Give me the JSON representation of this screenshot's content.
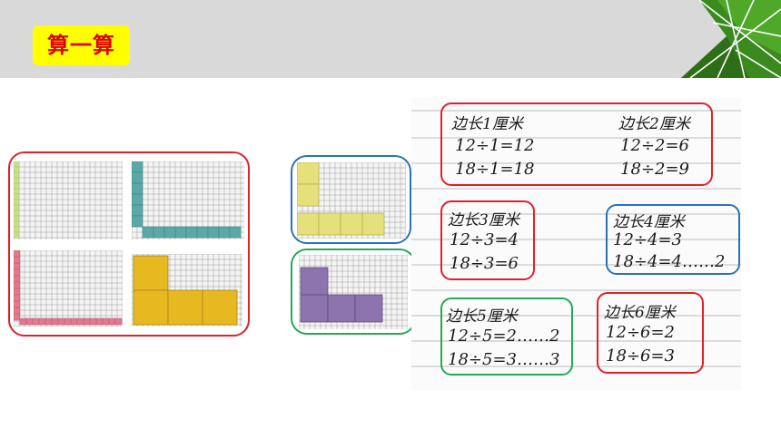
{
  "title": "算一算",
  "colors": {
    "header": "#d9d9d9",
    "badge_bg": "#ffff00",
    "badge_text": "#e00000",
    "red_frame": "#e0202a",
    "blue_frame": "#2a72b8",
    "green_frame": "#22aa55",
    "green_square": "#c8e08a",
    "teal_square": "#5aa8a8",
    "pink_square": "#e07a90",
    "gold_square": "#e8b820",
    "yellow_square": "#e6e07a",
    "purple_square": "#8e74ae"
  },
  "photos": [
    {
      "name": "side-1",
      "color": "green-square"
    },
    {
      "name": "side-2",
      "color": "teal-square"
    },
    {
      "name": "side-1-pink",
      "color": "pink-square"
    },
    {
      "name": "side-3",
      "color": "gold-square"
    },
    {
      "name": "side-4",
      "color": "yellow-square"
    },
    {
      "name": "side-5",
      "color": "purple-square"
    }
  ],
  "notes": [
    {
      "heading": "边长1厘米",
      "line1": "12÷1=12",
      "line2": "18÷1=18"
    },
    {
      "heading": "边长2厘米",
      "line1": "12÷2=6",
      "line2": "18÷2=9"
    },
    {
      "heading": "边长3厘米",
      "line1": "12÷3=4",
      "line2": "18÷3=6"
    },
    {
      "heading": "边长4厘米",
      "line1": "12÷4=3",
      "line2": "18÷4=4……2"
    },
    {
      "heading": "边长5厘米",
      "line1": "12÷5=2……2",
      "line2": "18÷5=3……3"
    },
    {
      "heading": "边长6厘米",
      "line1": "12÷6=2",
      "line2": "18÷6=3"
    }
  ]
}
